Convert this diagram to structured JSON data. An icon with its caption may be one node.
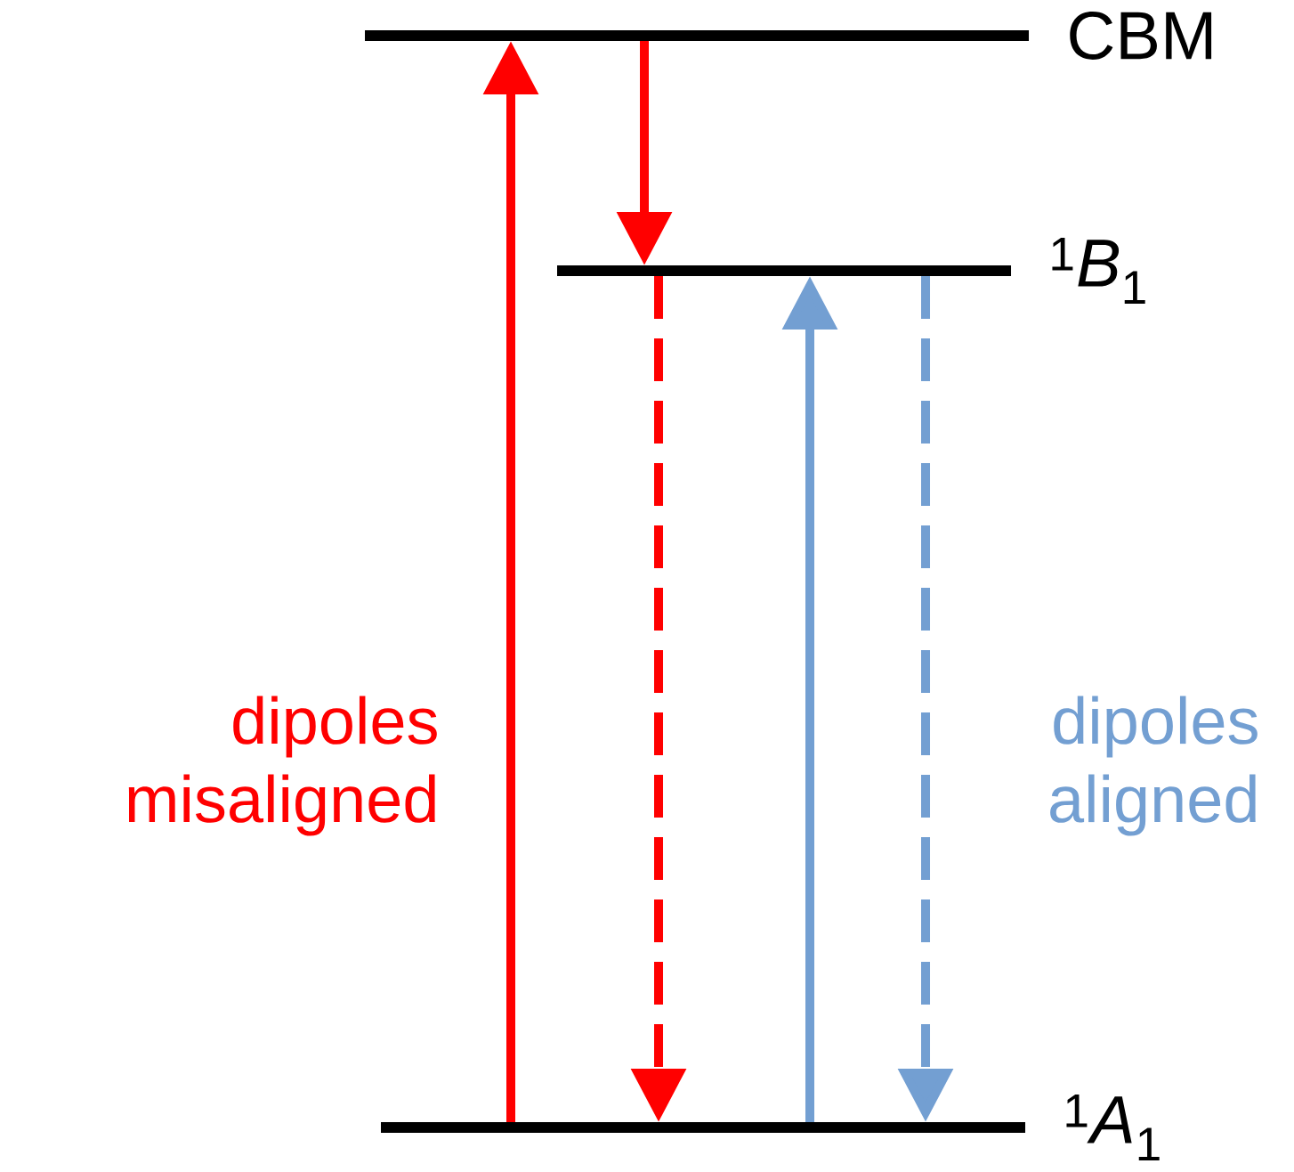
{
  "diagram": {
    "nodes": [
      {
        "text": [
          "CBM"
        ]
      },
      {
        "text": [
          "$^{1}$*B*$_{1}$"
        ]
      },
      {
        "text": [
          "$^{1}$*A*$_{1}$"
        ]
      }
    ],
    "edges": [
      {
        "from": 2,
        "to": 0,
        "arrow": "to",
        "color": "#ff0000"
      },
      {
        "from": 0,
        "to": 1,
        "arrow": "to",
        "color": "#ff0000"
      },
      {
        "from": 1,
        "to": 2,
        "arrow": "to",
        "style": "dashed",
        "color": "#ff0000"
      },
      {
        "from": 2,
        "to": 1,
        "arrow": "to",
        "color": "#739fd2"
      },
      {
        "from": 1,
        "to": 2,
        "arrow": "to",
        "style": "dashed",
        "color": "#739fd2"
      }
    ],
    "labels": [
      "dipoles misaligned",
      "dipoles aligned"
    ]
  }
}
